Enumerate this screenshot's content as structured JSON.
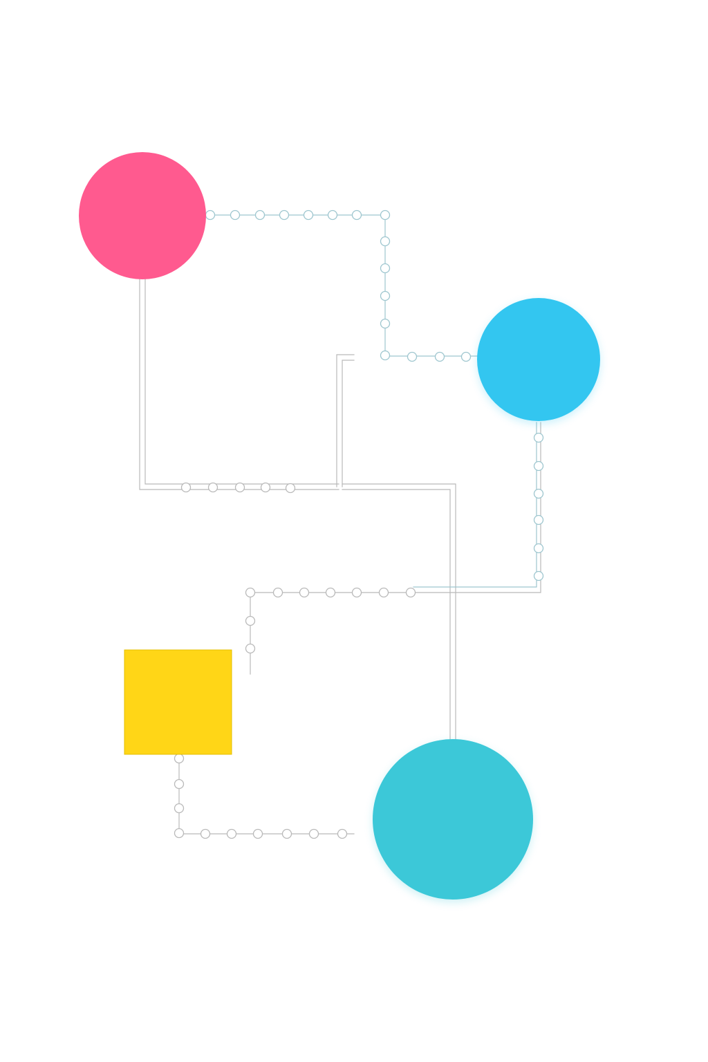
{
  "diagram": {
    "background": "#ffffff",
    "connector_color": "#b9b9b9",
    "connector_accent_color": "#9ec6cf",
    "bead_style": "hollow-circle",
    "nodes": [
      {
        "id": "pink-circle",
        "shape": "circle",
        "color": "#ff5a8f"
      },
      {
        "id": "sky-blue-circle",
        "shape": "circle",
        "color": "#33c6f0"
      },
      {
        "id": "yellow-square",
        "shape": "square",
        "color": "#ffd617"
      },
      {
        "id": "turquoise-circle",
        "shape": "circle",
        "color": "#3cc8d8"
      }
    ],
    "connectors": [
      {
        "id": "pink-to-sky-blue",
        "style": "beaded",
        "from": "pink-circle",
        "to": "sky-blue-circle"
      },
      {
        "id": "pink-to-junction",
        "style": "double-rail-beaded",
        "from": "pink-circle",
        "to": "junction"
      },
      {
        "id": "junction-to-sky-blue",
        "style": "double-rail",
        "from": "junction",
        "to": "sky-blue-circle"
      },
      {
        "id": "junction-to-turquoise",
        "style": "double-rail",
        "from": "junction",
        "to": "turquoise-circle"
      },
      {
        "id": "sky-blue-to-crossing",
        "style": "double-rail-beaded",
        "from": "sky-blue-circle",
        "to": "crossing"
      },
      {
        "id": "open-branch-left",
        "style": "beaded",
        "from": "crossing",
        "to": "open-end"
      },
      {
        "id": "yellow-to-turquoise",
        "style": "beaded",
        "from": "yellow-square",
        "to": "turquoise-circle"
      }
    ]
  }
}
